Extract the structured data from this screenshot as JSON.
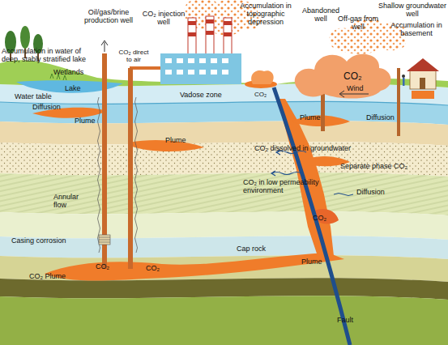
{
  "diagram": {
    "labels": [
      "Oil/gas/brine production well",
      "CO₂ injection well",
      "Accumulation in topographic depression",
      "Abandoned well",
      "Shallow groundwater well",
      "Accumulation in basement",
      "Off-gas from well",
      "Accumulation in water of deep, stably stratified lake",
      "CO₂ direct to air",
      "Wetlands",
      "Lake",
      "Water table",
      "Diffusion",
      "Vadose zone",
      "CO₂",
      "CO₂",
      "Wind",
      "Diffusion",
      "Plume",
      "Plume",
      "Plume",
      "CO₂ dissolved in groundwater",
      "Separate phase CO₂",
      "CO₂ in low permeability environment",
      "Diffusion",
      "Annular flow",
      "Casing corrosion",
      "CO₂",
      "CO₂",
      "CO₂",
      "Cap rock",
      "Plume",
      "CO₂ Plume",
      "Fault"
    ]
  }
}
